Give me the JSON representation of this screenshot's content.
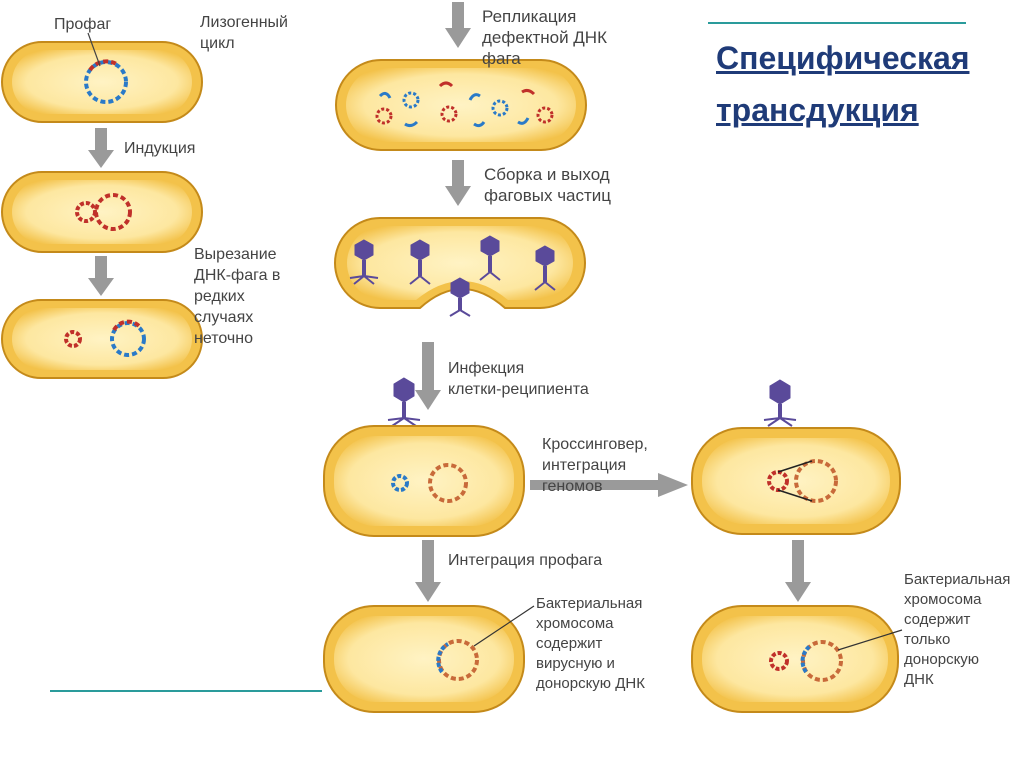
{
  "title": "Специфическая\nтрансдукция",
  "colors": {
    "cell_fill": "#f3c24a",
    "cell_inner": "#fde9a0",
    "cell_stroke": "#c48a1a",
    "arrow": "#9a9a9a",
    "dna_blue": "#2a7ac8",
    "dna_red": "#c0302a",
    "dna_tan": "#c86a3a",
    "phage": "#5a4a9a",
    "title": "#1f3b78",
    "rule": "#2a9b9b"
  },
  "labels": {
    "prophage": "Профаг",
    "lysogenic": "Лизогенный\nцикл",
    "induction": "Индукция",
    "excision": "Вырезание\nДНК-фага в\nредких\nслучаях\nнеточно",
    "replication": "Репликация\nдефектной ДНК\nфага",
    "assembly": "Сборка и выход\nфаговых частиц",
    "infection": "Инфекция\nклетки-реципиента",
    "crossover": "Кроссинговер,\nинтеграция\nгеномов",
    "prophage_integration": "Интеграция профага",
    "chromosome_viral": "Бактериальная\nхромосома\nсодержит\nвирусную и\nдонорскую ДНК",
    "chromosome_donor": "Бактериальная\nхромосома\nсодержит\nтолько\nдонорскую\nДНК"
  }
}
